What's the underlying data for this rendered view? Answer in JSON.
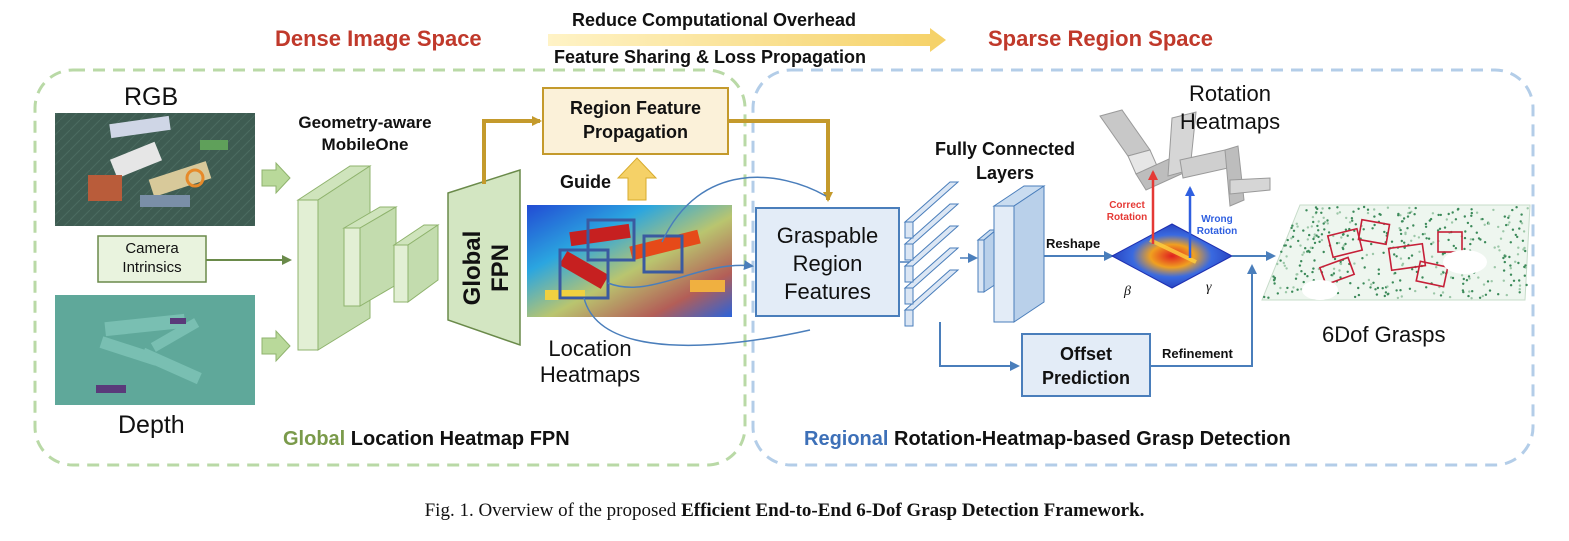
{
  "header": {
    "dense_space": "Dense Image Space",
    "sparse_space": "Sparse Region Space",
    "arrow_top": "Reduce Computational Overhead",
    "arrow_bottom": "Feature Sharing & Loss  Propagation"
  },
  "inputs": {
    "rgb": "RGB",
    "depth": "Depth",
    "camera_line1": "Camera",
    "camera_line2": "Intrinsics"
  },
  "backbone": {
    "line1": "Geometry-aware",
    "line2": "MobileOne"
  },
  "fpn": {
    "line1": "Global",
    "line2": "FPN"
  },
  "propagation": {
    "line1": "Region Feature",
    "line2": "Propagation",
    "guide": "Guide"
  },
  "location": {
    "line1": "Location",
    "line2": "Heatmaps"
  },
  "graspable": {
    "line1": "Graspable",
    "line2": "Region",
    "line3": "Features"
  },
  "fc": {
    "line1": "Fully Connected",
    "line2": "Layers"
  },
  "rotation": {
    "title_line1": "Rotation",
    "title_line2": "Heatmaps",
    "reshape": "Reshape",
    "correct_line1": "Correct",
    "correct_line2": "Rotation",
    "wrong_line1": "Wrong",
    "wrong_line2": "Rotation",
    "beta": "β",
    "gamma": "γ"
  },
  "offset": {
    "line1": "Offset",
    "line2": "Prediction",
    "refinement": "Refinement"
  },
  "output": {
    "label": "6Dof Grasps"
  },
  "panels": {
    "left_accent": "Global",
    "left_rest": " Location Heatmap FPN",
    "right_accent": "Regional",
    "right_rest": " Rotation-Heatmap-based Grasp Detection"
  },
  "caption": {
    "prefix": "Fig. 1.  Overview of the proposed ",
    "bold": "Efficient End-to-End 6-Dof Grasp Detection Framework."
  },
  "colors": {
    "dense_red": "#c0392b",
    "green_dash": "#b9d9a6",
    "blue_dash": "#b3cde8",
    "gold_arrow": "#c49a2c",
    "blue_arrow": "#4a7ebb",
    "green_accent": "#7a9a4a",
    "blue_accent": "#3d70b8"
  }
}
